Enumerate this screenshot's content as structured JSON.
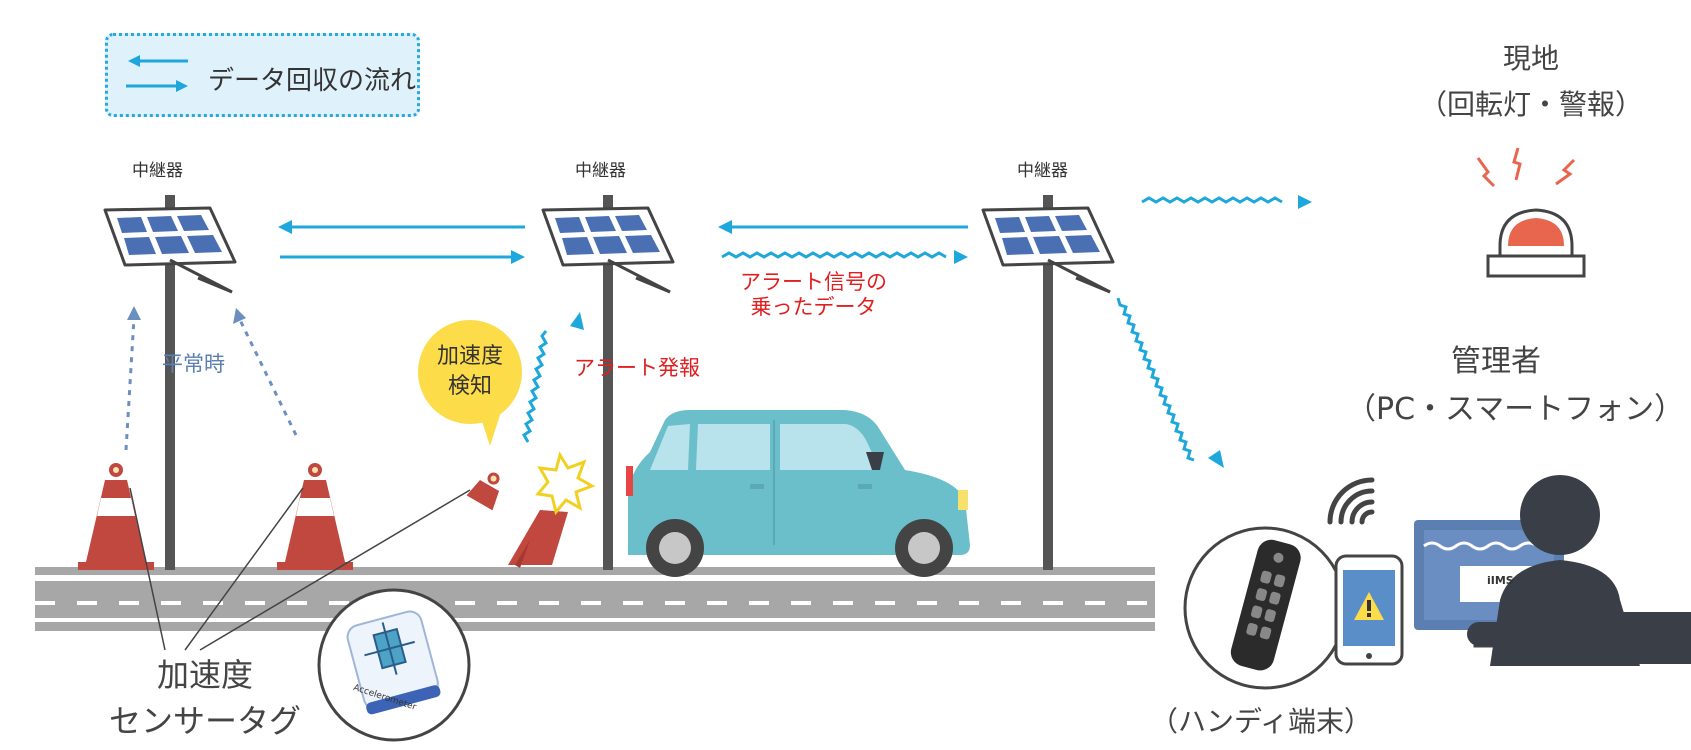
{
  "legend": {
    "label": "データ回収の流れ"
  },
  "relays": [
    {
      "label": "中継器"
    },
    {
      "label": "中継器"
    },
    {
      "label": "中継器"
    }
  ],
  "labels": {
    "normal": "平常時",
    "accel_detect_line1": "加速度",
    "accel_detect_line2": "検知",
    "alert_issue": "アラート発報",
    "alert_data_line1": "アラート信号の",
    "alert_data_line2": "乗ったデータ",
    "onsite_line1": "現地",
    "onsite_line2": "（回転灯・警報）",
    "admin_line1": "管理者",
    "admin_line2": "（PC・スマートフォン）",
    "sensor_line1": "加速度",
    "sensor_line2": "センサータグ",
    "handy": "（ハンディ端末）",
    "monitor_brand": "iIMS",
    "tag_text": "Accelerometer"
  },
  "colors": {
    "flow_blue": "#1ea7dd",
    "normal_blue": "#6d8fc0",
    "alert_red": "#e02020",
    "road_gray": "#a7a7a7",
    "cone_red": "#c0483e",
    "car_teal": "#6bbfca",
    "dark_figure": "#3a3f47",
    "bubble_yellow": "#fddc4a"
  }
}
